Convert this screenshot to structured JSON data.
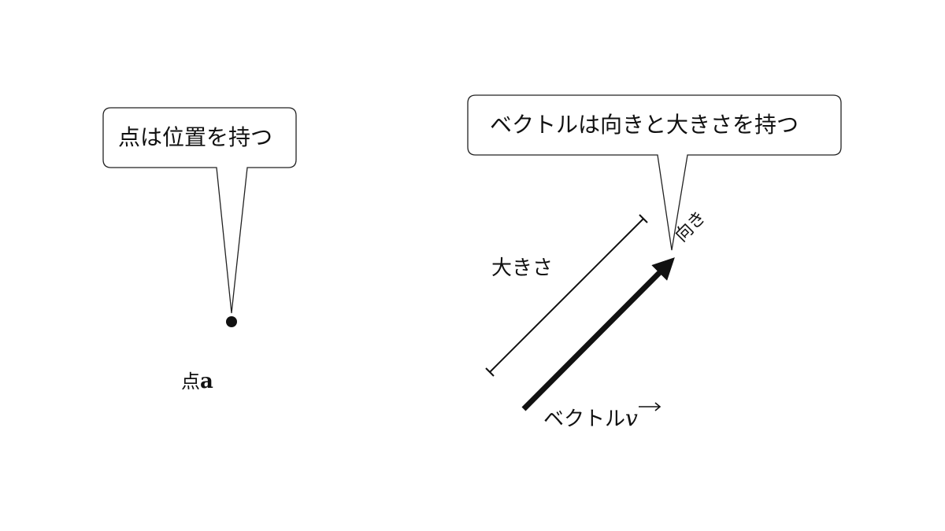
{
  "left": {
    "callout": "点は位置を持つ",
    "point_label": "点",
    "point_name": "a"
  },
  "right": {
    "callout": "ベクトルは向きと大きさを持つ",
    "magnitude_label": "大きさ",
    "direction_label": "向き",
    "vector_label": "ベクトル",
    "vector_name": "v"
  },
  "colors": {
    "stroke": "#111111",
    "background": "#ffffff"
  }
}
